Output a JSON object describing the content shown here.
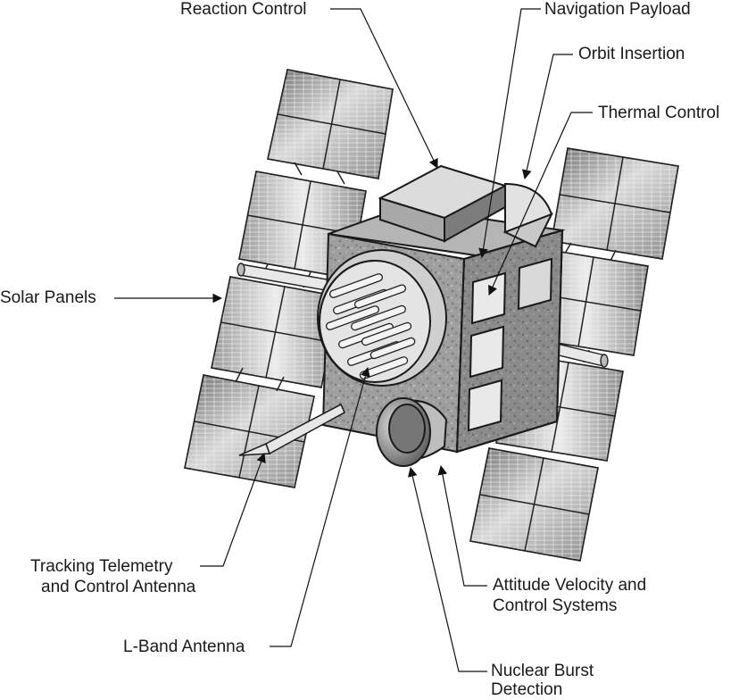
{
  "labels": {
    "reaction_control": "Reaction Control",
    "navigation_payload": "Navigation Payload",
    "orbit_insertion": "Orbit Insertion",
    "thermal_control": "Thermal Control",
    "solar_panels": "Solar Panels",
    "tracking_telemetry_line1": "Tracking Telemetry",
    "tracking_telemetry_line2": "and Control Antenna",
    "l_band_antenna": "L-Band Antenna",
    "nuclear_burst_line1": "Nuclear Burst",
    "nuclear_burst_line2": "Detection",
    "attitude_velocity_line1": "Attitude Velocity and",
    "attitude_velocity_line2": "Control Systems"
  }
}
